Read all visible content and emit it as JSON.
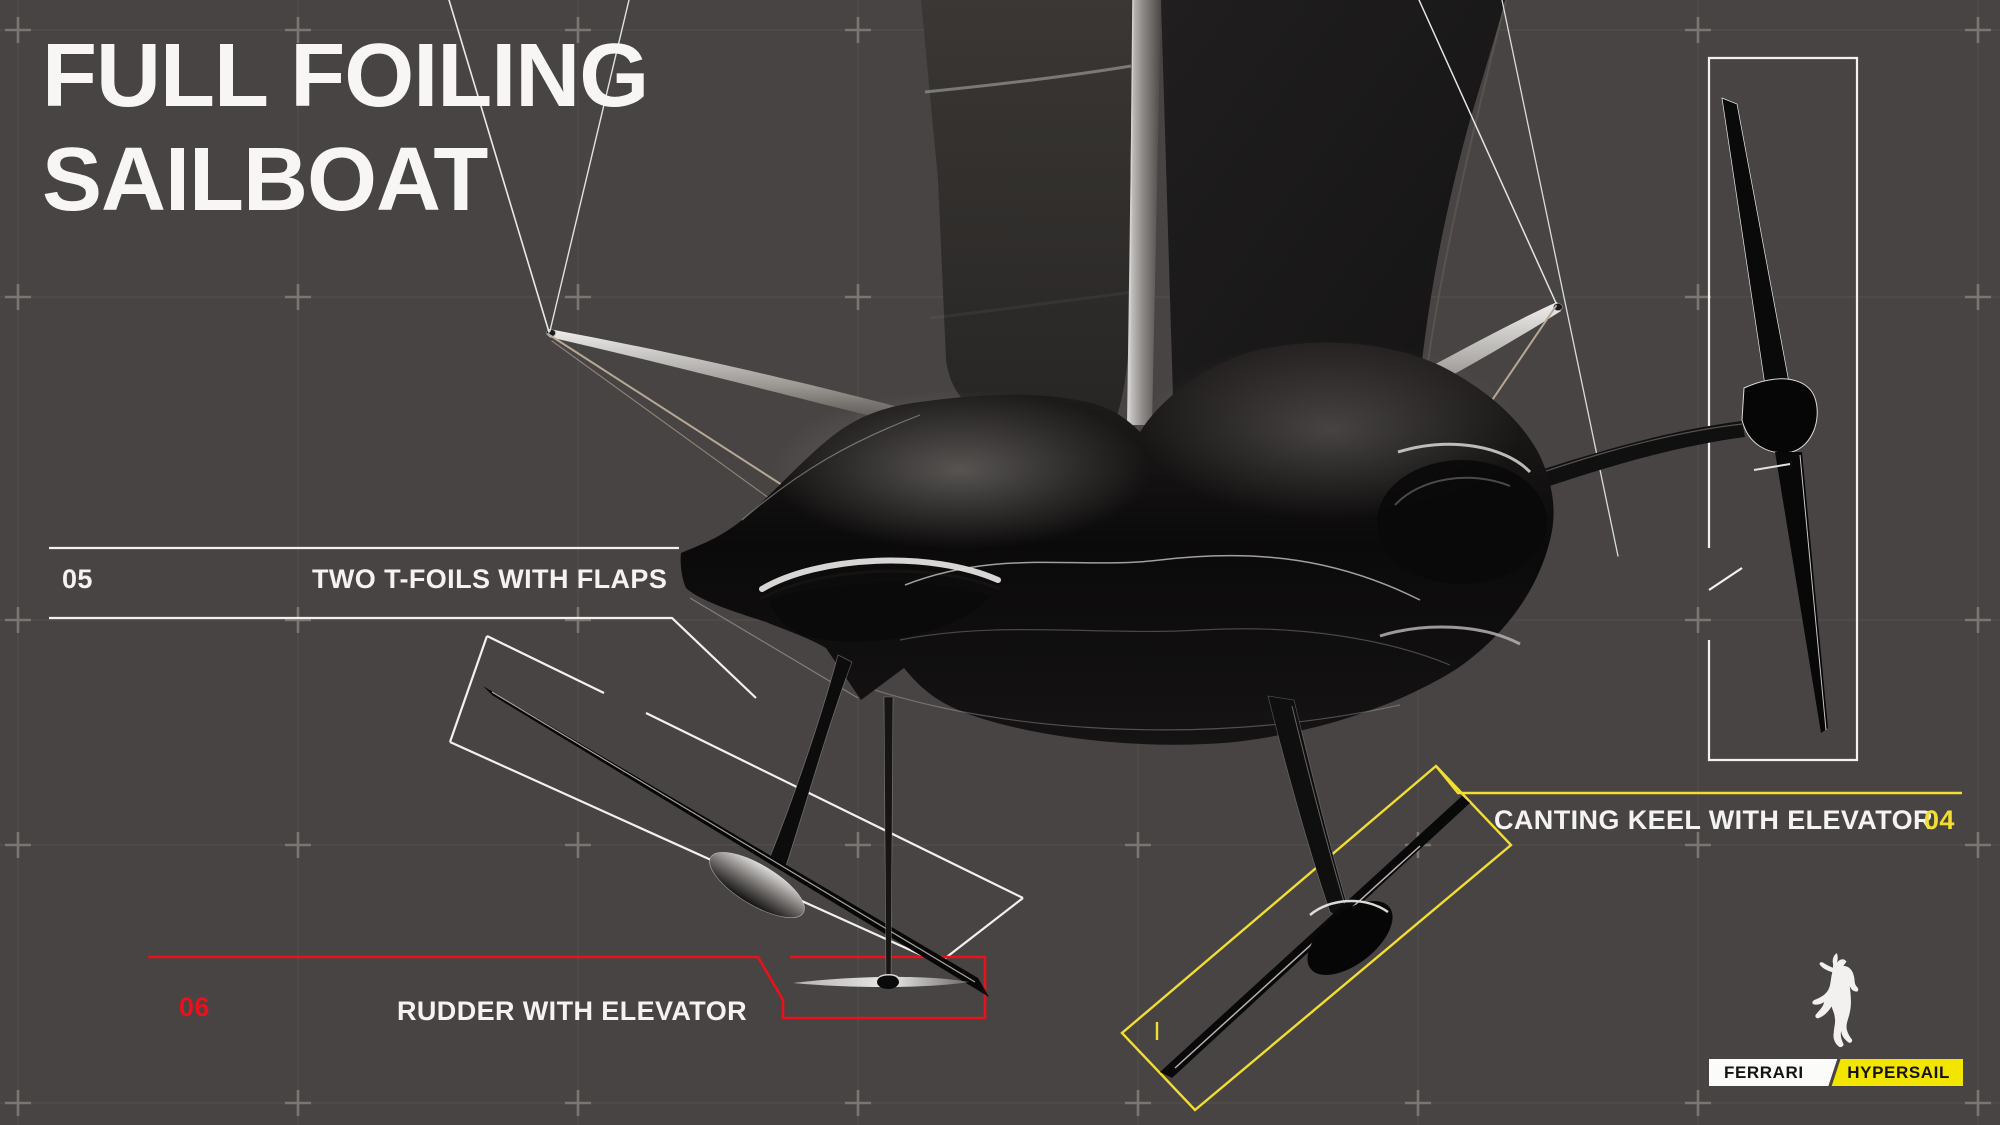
{
  "title": {
    "line1": "FULL FOILING",
    "line2": "SAILBOAT"
  },
  "callouts": {
    "t_foils": {
      "number": "05",
      "label": "TWO T-FOILS WITH FLAPS"
    },
    "canting_keel": {
      "number": "04",
      "label": "CANTING KEEL WITH ELEVATOR"
    },
    "rudder": {
      "number": "06",
      "label": "RUDDER WITH ELEVATOR"
    }
  },
  "branding": {
    "ferrari_label": "FERRARI",
    "hypersail_label": "HYPERSAIL",
    "logo": "prancing-horse-icon"
  },
  "colors": {
    "background": "#484443",
    "grid_line": "#55504e",
    "accent_red": "#e8111c",
    "accent_yellow": "#f2de31",
    "badge_yellow": "#f2e500",
    "text_white": "#f4f3f2"
  }
}
